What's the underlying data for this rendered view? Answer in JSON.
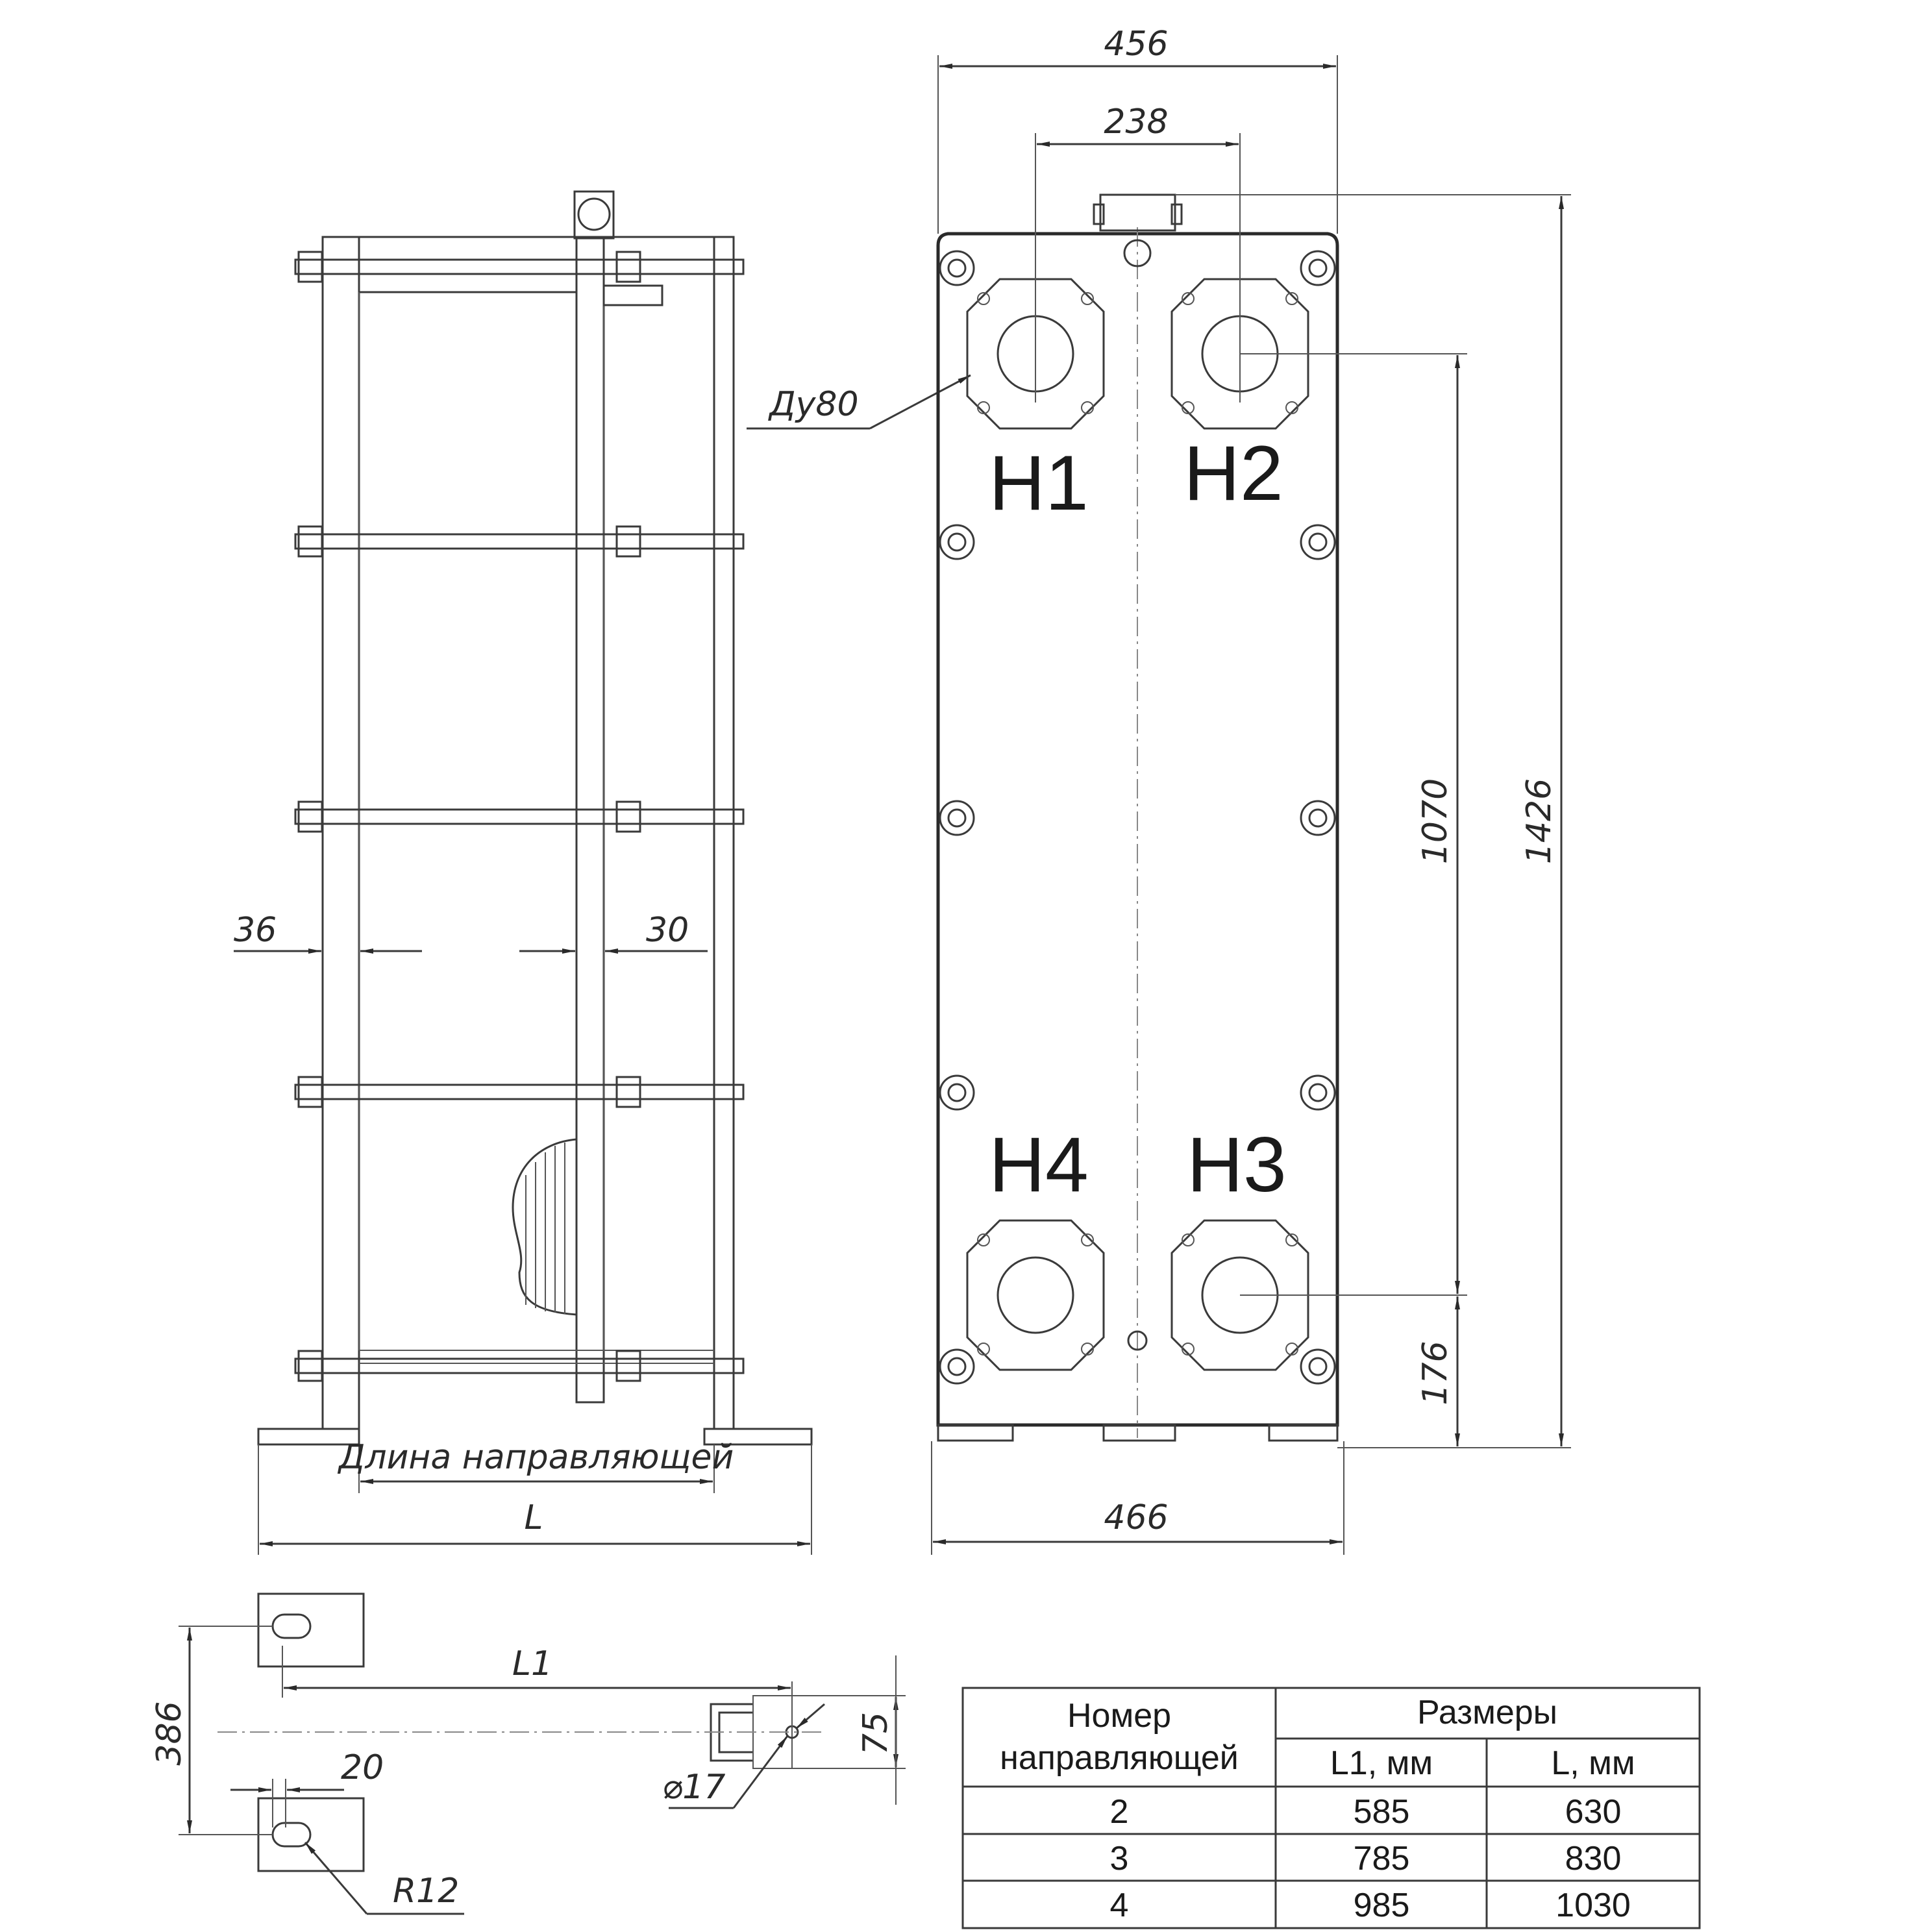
{
  "dims": {
    "w456": "456",
    "w238": "238",
    "dn80": "Ду80",
    "h1070": "1070",
    "h1426": "1426",
    "h176": "176",
    "w466": "466",
    "d36": "36",
    "d30": "30",
    "guide_len": "Длина направляющей",
    "L": "L",
    "L1": "L1",
    "d386": "386",
    "d75": "75",
    "d20": "20",
    "d17": "⌀17",
    "r12": "R12"
  },
  "ports": {
    "h1": "H1",
    "h2": "H2",
    "h3": "H3",
    "h4": "H4"
  },
  "table": {
    "head_num": [
      "Номер",
      "направляющей"
    ],
    "head_dims": "Размеры",
    "col_l1": "L1, мм",
    "col_l": "L, мм",
    "rows": [
      {
        "n": "2",
        "l1": "585",
        "l": "630"
      },
      {
        "n": "3",
        "l1": "785",
        "l": "830"
      },
      {
        "n": "4",
        "l1": "985",
        "l": "1030"
      }
    ]
  }
}
